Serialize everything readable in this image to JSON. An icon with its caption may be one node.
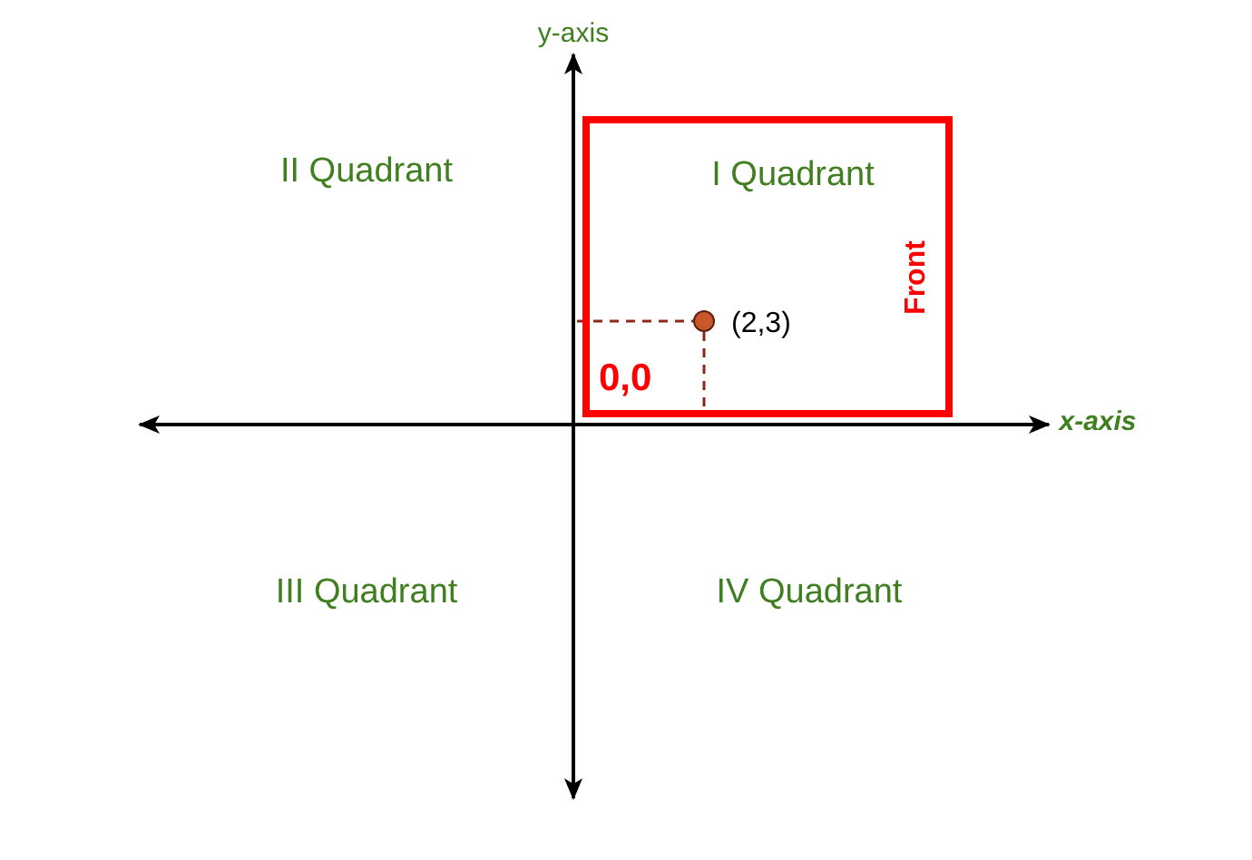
{
  "diagram": {
    "nodes": [
      {
        "text": [
          "I Quadrant",
          "0,0",
          "Front"
        ]
      },
      {
        "text": [],
        "shape": "circle",
        "in": 0,
        "beside": [
          "(2,3)"
        ]
      }
    ],
    "labels": [
      "y-axis",
      "II Quadrant",
      "x-axis",
      "III Quadrant",
      "IV Quadrant"
    ]
  }
}
